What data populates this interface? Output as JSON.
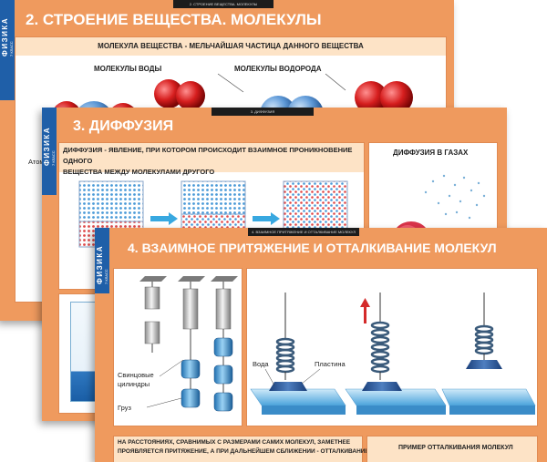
{
  "poster_back": {
    "subject": "ФИЗИКА",
    "grade": "7 КЛАСС",
    "bar_text": "2. СТРОЕНИЕ ВЕЩЕСТВА. МОЛЕКУЛЫ",
    "title": "2. СТРОЕНИЕ ВЕЩЕСТВА. МОЛЕКУЛЫ",
    "header": "МОЛЕКУЛА ВЕЩЕСТВА - МЕЛЬЧАЙШАЯ ЧАСТИЦА ДАННОГО ВЕЩЕСТВА",
    "label_water": "МОЛЕКУЛЫ ВОДЫ",
    "label_hydrogen": "МОЛЕКУЛЫ ВОДОРОДА",
    "label_atom": "Атом"
  },
  "poster_mid": {
    "subject": "ФИЗИКА",
    "grade": "7 КЛАСС",
    "bar_text": "3. ДИФФУЗИЯ",
    "title": "3. ДИФФУЗИЯ",
    "definition_line1": "ДИФФУЗИЯ - ЯВЛЕНИЕ, ПРИ КОТОРОМ ПРОИСХОДИТ ВЗАИМНОЕ ПРОНИКНОВЕНИЕ ОДНОГО",
    "definition_line2": "ВЕЩЕСТВА МЕЖДУ МОЛЕКУЛАМИ ДРУГОГО",
    "gas_header": "ДИФФУЗИЯ В ГАЗАХ"
  },
  "poster_front": {
    "subject": "ФИЗИКА",
    "grade": "7 КЛАСС",
    "bar_text": "4. ВЗАИМНОЕ ПРИТЯЖЕНИЕ И ОТТАЛКИВАНИЕ МОЛЕКУЛ",
    "title": "4. ВЗАИМНОЕ ПРИТЯЖЕНИЕ И ОТТАЛКИВАНИЕ МОЛЕКУЛ",
    "label_cylinders_1": "Свинцовые",
    "label_cylinders_2": "цилиндры",
    "label_weight": "Груз",
    "label_water": "Вода",
    "label_plate": "Пластина",
    "bottom_line1": "НА РАССТОЯНИЯХ, СРАВНИМЫХ С РАЗМЕРАМИ САМИХ МОЛЕКУЛ, ЗАМЕТНЕЕ",
    "bottom_line2": "ПРОЯВЛЯЕТСЯ ПРИТЯЖЕНИЕ, А ПРИ ДАЛЬНЕЙШЕМ СБЛИЖЕНИИ - ОТТАЛКИВАНИЕ",
    "repulsion_header": "ПРИМЕР ОТТАЛКИВАНИЯ МОЛЕКУЛ"
  },
  "colors": {
    "poster_orange": "#ef9a5e",
    "tab_blue": "#1f5fa8",
    "header_peach": "#fde3c6",
    "water_blue": "#5fb0e0"
  }
}
